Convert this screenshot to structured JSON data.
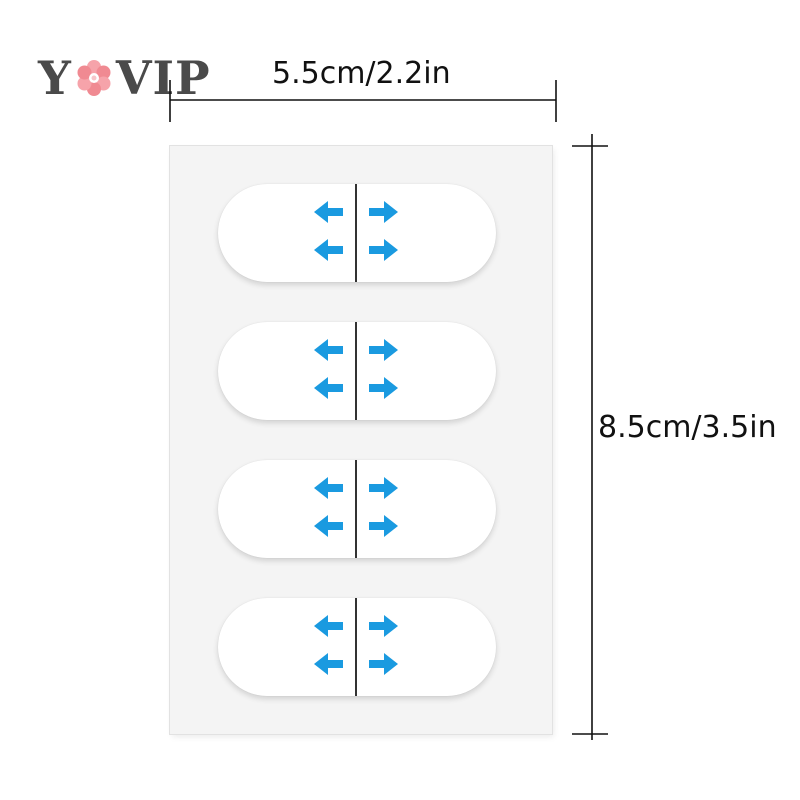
{
  "brand": {
    "logo_before": "Y",
    "logo_after": "VIP",
    "flower_icon": "flower-icon",
    "flower_color": "#f08a92"
  },
  "dimensions": {
    "width_label": "5.5cm/2.2in",
    "height_label": "8.5cm/3.5in"
  },
  "product": {
    "strip_count": 4,
    "arrow_color": "#1a9ae0",
    "arrow_icons": [
      "arrow-left-icon",
      "arrow-right-icon"
    ]
  }
}
